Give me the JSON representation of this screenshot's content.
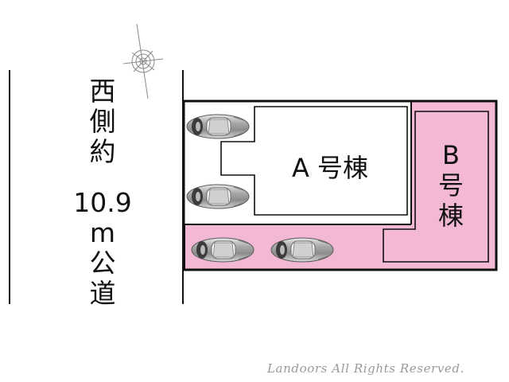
{
  "road": {
    "line1": "西",
    "line2": "側",
    "line3": "約",
    "width": "10.9",
    "unit": "m",
    "line6": "公",
    "line7": "道"
  },
  "lots": {
    "a": "A 号棟",
    "b_letter": "B",
    "b_char1": "号",
    "b_char2": "棟"
  },
  "watermark": "Landoors All Rights Reserved.",
  "colors": {
    "outline": "#111111",
    "lot_b_fill": "#f3b8d4",
    "car_body": "#9d9d9d",
    "background": "#ffffff"
  },
  "icons": [
    "compass-icon",
    "car-icon"
  ]
}
